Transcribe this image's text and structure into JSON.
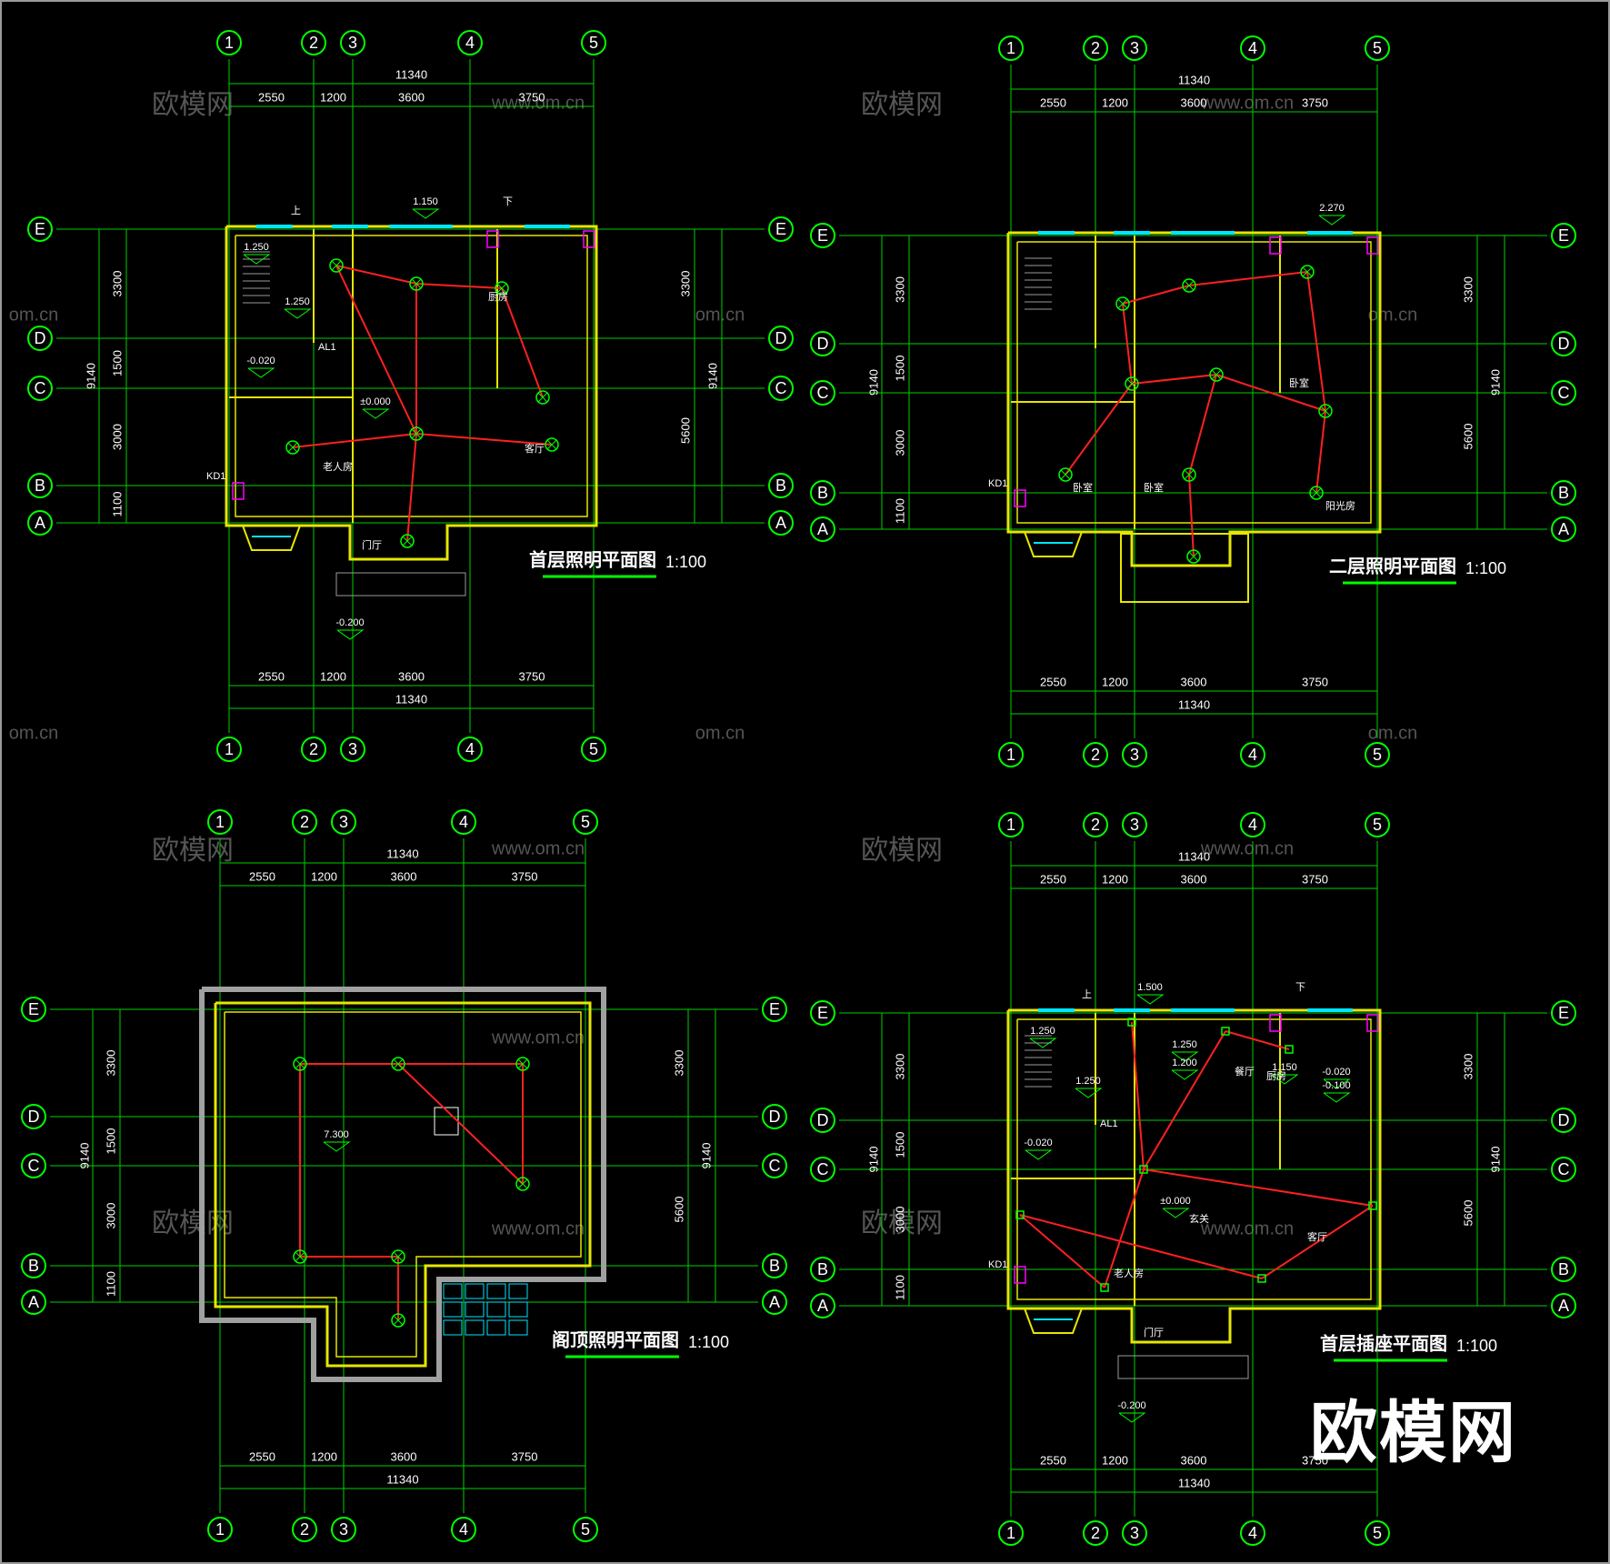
{
  "canvas": {
    "background": "#000000",
    "frame_color": "#9a9a9a"
  },
  "colors": {
    "grid_line": "#00d000",
    "axis_bubble": "#00ff00",
    "dimension_text": "#ffffff",
    "wall": "#e6e600",
    "circuit": "#ff2020",
    "fixture": "#00ff00",
    "window": "#00e5ff",
    "equipment": "#ff00ff",
    "furniture": "#9a9a9a",
    "watermark": "#555555"
  },
  "watermark": {
    "text_cn": "欧模网",
    "text_url": "www.om.cn",
    "text_url_partial": "om.cn"
  },
  "brand_logo": "欧模网",
  "icon": "cad-drawing-sheet",
  "drawings": [
    {
      "id": "ground-lighting",
      "title": "首层照明平面图",
      "scale": "1:100",
      "axes_x": [
        "1",
        "2",
        "3",
        "4",
        "5"
      ],
      "axes_y": [
        "E",
        "D",
        "C",
        "B",
        "A"
      ],
      "dims_x": [
        "2550",
        "1200",
        "3600",
        "3750"
      ],
      "dims_x_total": "11340",
      "dims_y": [
        "3300",
        "1500",
        "3000",
        "1100"
      ],
      "dims_y_total": "9140",
      "dims_y_right": [
        "3300",
        "5600"
      ],
      "dims_y_right_total": "9140",
      "elevations": [
        "1.250",
        "1.250",
        "-0.020",
        "±0.000",
        "1.150",
        "-0.200"
      ],
      "labels": [
        "上",
        "下",
        "KD1",
        "AL1",
        "老人房",
        "客厅",
        "门厅",
        "厨房"
      ]
    },
    {
      "id": "second-lighting",
      "title": "二层照明平面图",
      "scale": "1:100",
      "axes_x": [
        "1",
        "2",
        "3",
        "4",
        "5"
      ],
      "axes_y": [
        "E",
        "D",
        "C",
        "B",
        "A"
      ],
      "dims_x": [
        "2550",
        "1200",
        "3600",
        "3750"
      ],
      "dims_x_total": "11340",
      "dims_y": [
        "3300",
        "1500",
        "3000",
        "1100"
      ],
      "dims_y_total": "9140",
      "dims_y_right": [
        "3300",
        "5600"
      ],
      "dims_y_right_total": "9140",
      "elevations": [
        "2.270"
      ],
      "labels": [
        "KD1",
        "卧室",
        "卧室",
        "卧室",
        "阳光房"
      ]
    },
    {
      "id": "attic-lighting",
      "title": "阁顶照明平面图",
      "scale": "1:100",
      "axes_x": [
        "1",
        "2",
        "3",
        "4",
        "5"
      ],
      "axes_y": [
        "E",
        "D",
        "C",
        "B",
        "A"
      ],
      "dims_x": [
        "2550",
        "1200",
        "3600",
        "3750"
      ],
      "dims_x_total": "11340",
      "dims_y": [
        "3300",
        "1500",
        "3000",
        "1100"
      ],
      "dims_y_total": "9140",
      "dims_y_right": [
        "3300",
        "5600"
      ],
      "dims_y_right_total": "9140",
      "elevations": [
        "7.300"
      ],
      "labels": []
    },
    {
      "id": "ground-sockets",
      "title": "首层插座平面图",
      "scale": "1:100",
      "axes_x": [
        "1",
        "2",
        "3",
        "4",
        "5"
      ],
      "axes_y": [
        "E",
        "D",
        "C",
        "B",
        "A"
      ],
      "dims_x": [
        "2550",
        "1200",
        "3600",
        "3750"
      ],
      "dims_x_total": "11340",
      "dims_y": [
        "3300",
        "1500",
        "3000",
        "1100"
      ],
      "dims_y_total": "9140",
      "dims_y_right": [
        "3300",
        "5600"
      ],
      "dims_y_right_total": "9140",
      "elevations": [
        "1.250",
        "1.250",
        "1.250",
        "1.200",
        "1.150",
        "-0.020",
        "-0.020",
        "-0.100",
        "±0.000",
        "1.500",
        "-0.200"
      ],
      "labels": [
        "上",
        "下",
        "KD1",
        "AL1",
        "老人房",
        "客厅",
        "门厅",
        "厨房",
        "餐厅",
        "玄关"
      ]
    }
  ]
}
